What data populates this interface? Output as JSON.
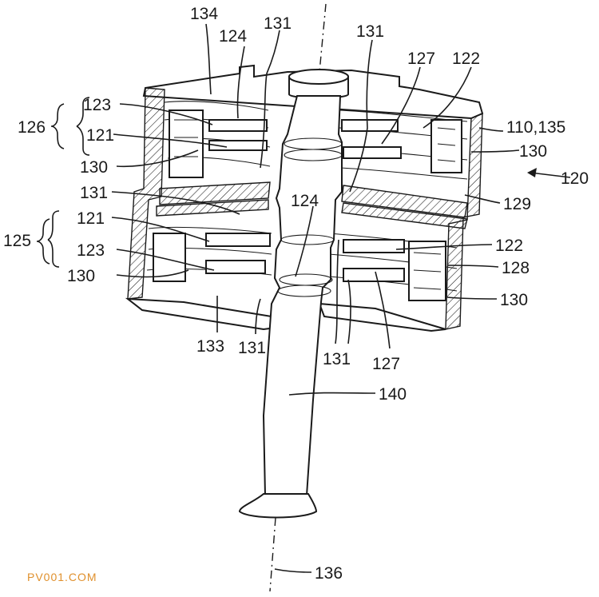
{
  "labels": {
    "l134": "134",
    "l124a": "124",
    "l131a": "131",
    "l131b": "131",
    "l127a": "127",
    "l122a": "122",
    "l126": "126",
    "l123a": "123",
    "l121a": "121",
    "l110": "110,135",
    "l130a": "130",
    "l130b": "130",
    "l120": "120",
    "l131c": "131",
    "l124b": "124",
    "l129": "129",
    "l121b": "121",
    "l125": "125",
    "l122b": "122",
    "l123b": "123",
    "l128": "128",
    "l130c": "130",
    "l130d": "130",
    "l133": "133",
    "l131d": "131",
    "l131e": "131",
    "l127b": "127",
    "l140": "140",
    "l136": "136"
  },
  "watermark": "PV001.COM",
  "colors": {
    "ink": "#1a1a1a",
    "watermark": "#e0902c"
  }
}
